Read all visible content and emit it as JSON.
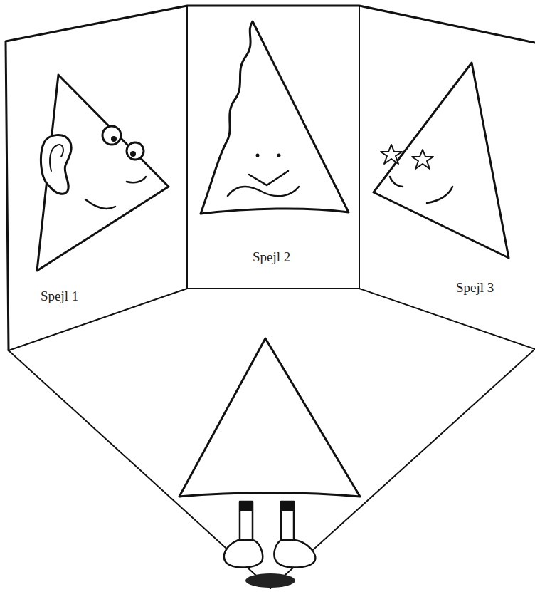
{
  "diagram": {
    "labels": [
      "Spejl 1",
      "Spejl 2",
      "Spejl 3"
    ]
  }
}
